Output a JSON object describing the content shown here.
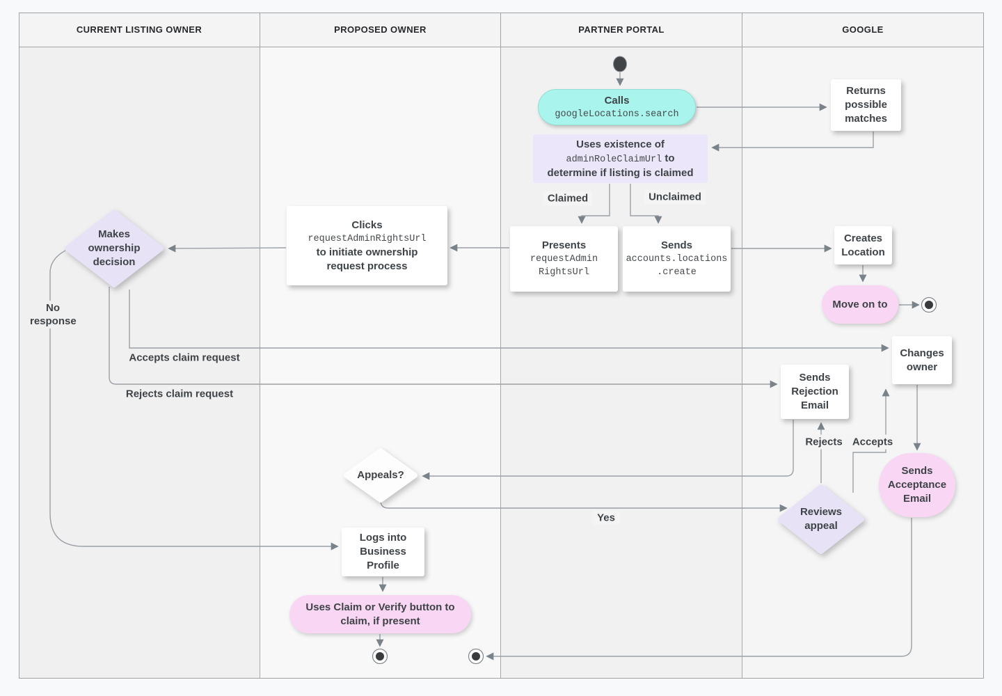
{
  "lanes": [
    {
      "label": "CURRENT LISTING OWNER"
    },
    {
      "label": "PROPOSED OWNER"
    },
    {
      "label": "PARTNER PORTAL"
    },
    {
      "label": "GOOGLE"
    }
  ],
  "nodes": {
    "calls": {
      "title": "Calls",
      "code": "googleLocations.search"
    },
    "returns": {
      "text": "Returns possible matches"
    },
    "uses": {
      "line1": "Uses existence of",
      "code": "adminRoleClaimUrl",
      "line2_bold": " to",
      "line3": "determine if listing is claimed"
    },
    "presents": {
      "title": "Presents",
      "code1": "requestAdmin",
      "code2": "RightsUrl"
    },
    "sends_create": {
      "title": "Sends",
      "code1": "accounts.locations",
      "code2": ".create"
    },
    "clicks": {
      "title": "Clicks",
      "code": "requestAdminRightsUrl",
      "line2": "to initiate ownership",
      "line3": "request process"
    },
    "makes_decision": {
      "text": "Makes ownership decision"
    },
    "creates_location": {
      "text": "Creates Location"
    },
    "move_on": {
      "text": "Move on to"
    },
    "changes_owner": {
      "text": "Changes owner"
    },
    "rejection_email": {
      "text": "Sends Rejection Email"
    },
    "acceptance_email": {
      "text": "Sends Acceptance Email"
    },
    "reviews_appeal": {
      "text": "Reviews appeal"
    },
    "appeals": {
      "text": "Appeals?"
    },
    "logs_in": {
      "text": "Logs into Business Profile"
    },
    "claim_verify": {
      "line1": "Uses Claim or Verify button to",
      "line2": "claim, if present"
    }
  },
  "edge_labels": {
    "claimed": "Claimed",
    "unclaimed": "Unclaimed",
    "no_response": "No response",
    "accepts_claim": "Accepts claim request",
    "rejects_claim": "Rejects claim request",
    "rejects": "Rejects",
    "accepts": "Accepts",
    "yes": "Yes"
  },
  "colors": {
    "teal_node": "#a9f4ec",
    "pink_node": "#f9d6f3",
    "lavender_node": "#e7e2f6",
    "purple_note": "#ebe6f9",
    "line": "#9aa0a6",
    "text": "#3e4347",
    "lane_gray": "#f0f0f1",
    "lane_light": "#f8f8f9"
  }
}
